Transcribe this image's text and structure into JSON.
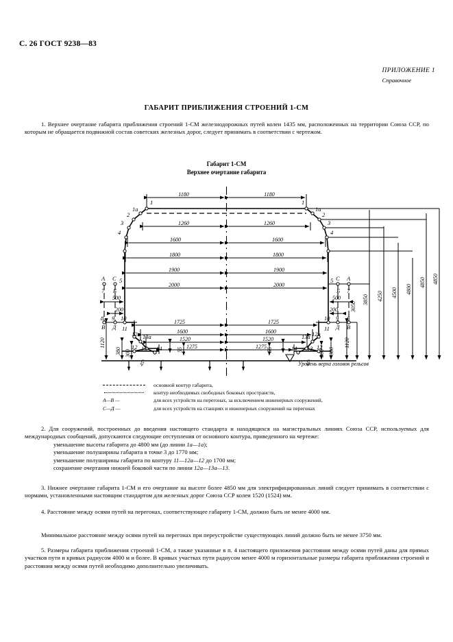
{
  "page": {
    "header": "С. 26 ГОСТ 9238—83",
    "appendix_line1": "ПРИЛОЖЕНИЕ 1",
    "appendix_line2": "Справочное",
    "title": "ГАБАРИТ ПРИБЛИЖЕНИЯ СТРОЕНИЙ 1-СМ"
  },
  "clauses": {
    "c1": "1. Верхнее очертание габарита приближения строений 1-СМ железнодорожных путей колеи 1435 мм, расположенных на территории Союза ССР, по которым не обращается подвижной состав советских железных дорог, следует принимать в соответствии с чертежом.",
    "c2_intro": "2. Для сооружений, построенных до введения настоящего стандарта и находящихся на магистральных линиях Союза ССР, используемых для международных сообщений, допускаются следующие отступления от основного контура, приведенного на чертеже:",
    "c2_a": "уменьшение высоты габарита до 4800 мм (до линии 1а—1а);",
    "c2_b": "уменьшение полуширины габарита в точке 3 до 1770 мм;",
    "c2_c": "уменьшение полуширины габарита по контуру 11—12а—12 до 1700 мм;",
    "c2_d": "сохранение очертания нижней боковой части по линии 12а—13а—13.",
    "c3": "3. Нижнее очертание габарита 1-СМ и его очертание на высоте более 4850 мм для электрифицированных линий следует принимать в соответствии с нормами, установленными настоящим стандартом для железных дорог Союза ССР колеи 1520 (1524) мм.",
    "c4": "4. Расстояние между осями путей на перегонах, соответствующее габариту 1-СМ, должно быть не менее 4000 мм.",
    "c4b": "Минимальное расстояние между осями путей на перегонах при переустройстве существующих линий должно быть не менее 3750 мм.",
    "c5": "5. Размеры габарита приближения строений 1-СМ, а также указанные в п. 4 настоящего приложения расстояния между осями путей даны для прямых участков пути и кривых радиусом 4000 м и более. В кривых участках пути радиусом менее 4000 м горизонтальные размеры габарита приближения строений и расстояния между осями путей необходимо дополнительно увеличивать."
  },
  "figure": {
    "title_line1": "Габарит 1-СМ",
    "title_line2": "Верхнее очертание габарита",
    "baseline_label": "Уровень верха головок рельсов",
    "half_widths": [
      "1180",
      "1260",
      "1600",
      "1800",
      "1900",
      "2000"
    ],
    "lower_half_widths": [
      "1725",
      "1600",
      "1520",
      "1275"
    ],
    "small_offsets": [
      "500",
      "200"
    ],
    "heights": [
      "3050",
      "3850",
      "4250",
      "4500",
      "4800",
      "4850"
    ],
    "low_heights": [
      "1120",
      "380",
      "300"
    ],
    "chamfer": "55",
    "angle": "45°",
    "points_upper": [
      "1",
      "1а",
      "2",
      "3",
      "4",
      "5"
    ],
    "points_lower": [
      "7",
      "8",
      "9",
      "10",
      "11",
      "12",
      "12а",
      "13",
      "13а",
      "14"
    ],
    "letters": [
      "А",
      "Б",
      "В",
      "Г",
      "Д",
      "С"
    ]
  },
  "legend": {
    "rows": [
      {
        "key": "dash-main",
        "text": "основной контур габарита,"
      },
      {
        "key": "dash-dot",
        "text": "контур необходимых свободных боковых пространств,"
      },
      {
        "key": "А—В —",
        "text": "для всех устройств на перегонах, за исключением инженерных сооружений,"
      },
      {
        "key": "С—Д —",
        "text": "для всех устройств на станциях и инженерных сооружений на перегонах"
      }
    ]
  }
}
